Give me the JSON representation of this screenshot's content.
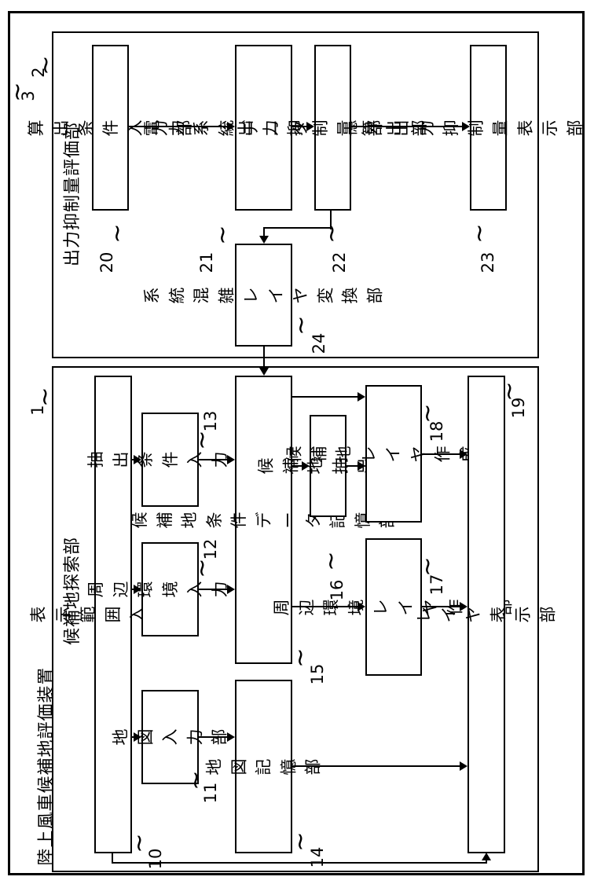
{
  "device": {
    "label": "陸上風車候補地評価装置",
    "ref": "3"
  },
  "frames": {
    "evaluation": {
      "label": "出力抑制量評価部",
      "ref": "2"
    },
    "search": {
      "label": "候補地探索部",
      "ref": "1"
    }
  },
  "blocks": {
    "b20": {
      "ref": "20",
      "label": "算出条件入力部"
    },
    "b21": {
      "ref": "21",
      "label": "電力系統データ\n記憶部"
    },
    "b22": {
      "ref": "22",
      "label": "出力抑制量算出部"
    },
    "b23": {
      "ref": "23",
      "label": "出力抑制量表示部"
    },
    "b24": {
      "ref": "24",
      "label": "系統混雑\nレイヤ変換部"
    },
    "b10": {
      "ref": "10",
      "label": "表示範囲入力部"
    },
    "b11": {
      "ref": "11",
      "label": "地図\n入力部"
    },
    "b12": {
      "ref": "12",
      "label": "周辺環境\n入力部"
    },
    "b13": {
      "ref": "13",
      "label": "抽出条件\n入力部"
    },
    "b14": {
      "ref": "14",
      "label": "地図記憶部"
    },
    "b15": {
      "ref": "15",
      "label": "候補地条件データ記憶部"
    },
    "b16": {
      "ref": "16",
      "label": "候補地抽出部"
    },
    "b17": {
      "ref": "17",
      "label": "周辺環境レイヤ\n作成部"
    },
    "b18": {
      "ref": "18",
      "label": "候補地レイヤ\n作成部"
    },
    "b19": {
      "ref": "19",
      "label": "レイヤ表示部"
    }
  },
  "decor": {
    "tilde": "~"
  },
  "colors": {
    "line": "#000000",
    "background": "#ffffff"
  }
}
